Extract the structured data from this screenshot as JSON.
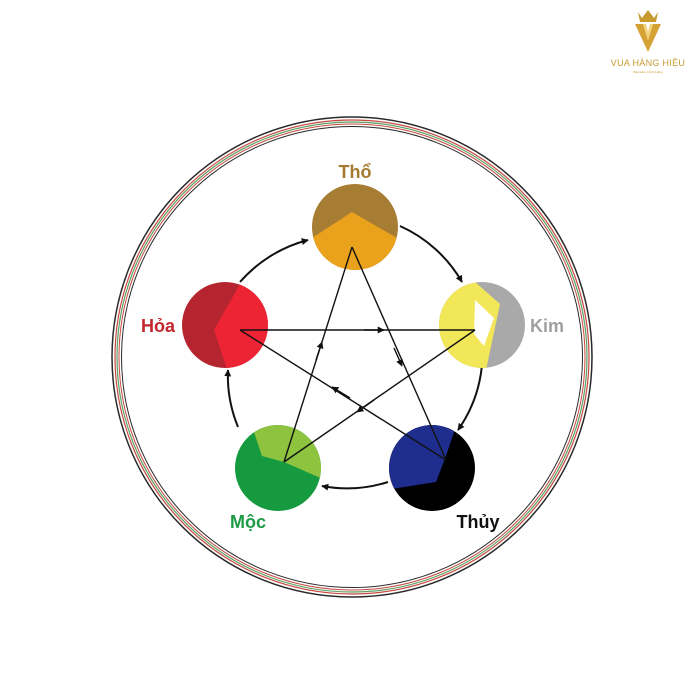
{
  "logo": {
    "name": "VUA HÀNG HIỆU",
    "tagline": "Bảo Đảm Chính Hãng",
    "accent_color": "#c89a2e"
  },
  "diagram": {
    "elements": {
      "tho": {
        "label": "Thổ",
        "label_color": "#a57a2e",
        "color_dark": "#a77c33",
        "color_light": "#eaa21d"
      },
      "kim": {
        "label": "Kim",
        "label_color": "#a0a0a0",
        "color_dark": "#a9a9a9",
        "color_light": "#f2e758"
      },
      "thuy": {
        "label": "Thủy",
        "label_color": "#111111",
        "color_dark": "#000000",
        "color_light": "#1f2e8e"
      },
      "moc": {
        "label": "Mộc",
        "label_color": "#1d9a44",
        "color_dark": "#169a40",
        "color_light": "#8dc33f"
      },
      "hoa": {
        "label": "Hỏa",
        "label_color": "#c1272d",
        "color_dark": "#b5252f",
        "color_light": "#ec2434"
      }
    },
    "generating_cycle": [
      "tho",
      "kim",
      "thuy",
      "moc",
      "hoa"
    ],
    "controlling_cycle": [
      "tho",
      "thuy",
      "hoa",
      "kim",
      "moc"
    ]
  }
}
